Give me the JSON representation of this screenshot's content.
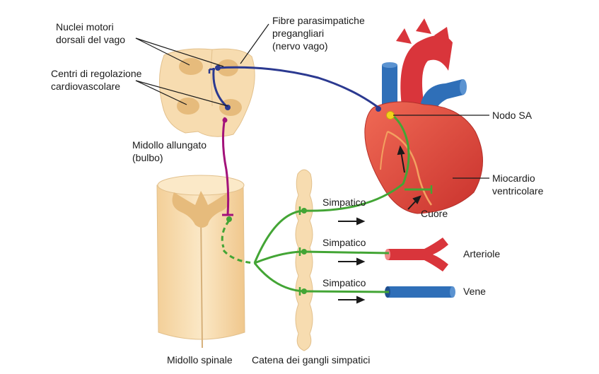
{
  "labels": {
    "nuclei": [
      "Nuclei motori",
      "dorsali del vago"
    ],
    "centri": [
      "Centri di regolazione",
      "cardiovascolare"
    ],
    "midollo_allungato": [
      "Midollo allungato",
      "(bulbo)"
    ],
    "fibre": [
      "Fibre parasimpatiche",
      "pregangliari",
      "(nervo vago)"
    ],
    "nodo_sa": "Nodo SA",
    "miocardio": [
      "Miocardio",
      "ventricolare"
    ],
    "cuore": "Cuore",
    "simpatico_1": "Simpatico",
    "simpatico_2": "Simpatico",
    "simpatico_3": "Simpatico",
    "arteriole": "Arteriole",
    "vene": "Vene",
    "midollo_spinale": "Midollo spinale",
    "catena": "Catena dei gangli simpatici"
  },
  "colors": {
    "tissue": "#f7dcb0",
    "nucleus": "#e6bb7c",
    "parasympathetic": "#2b3990",
    "preganglionic": "#a3127a",
    "sympathetic": "#43a535",
    "heart": "#e2443a",
    "vein": "#2f6fb8",
    "artery": "#d9353b",
    "sa_node": "#f3d21b"
  }
}
